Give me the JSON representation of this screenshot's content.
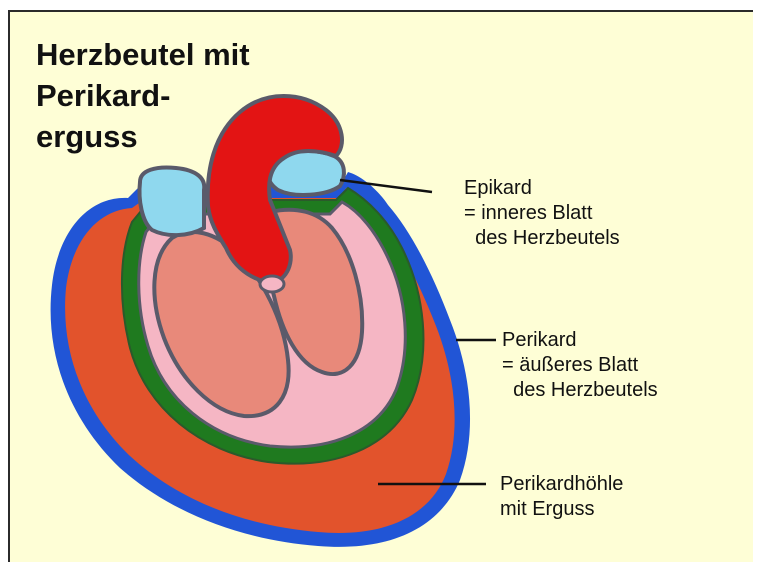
{
  "title": "Herzbeutel mit\nPerikard-\nerguss",
  "labels": {
    "epikard": [
      "Epikard",
      "= inneres Blatt",
      "  des Herzbeutels"
    ],
    "perikard": [
      "Perikard",
      "= äußeres Blatt",
      "  des Herzbeutels"
    ],
    "hoehle": [
      "Perikardhöhle",
      "mit Erguss"
    ]
  },
  "colors": {
    "background": "#fefed6",
    "pericardium": "#2155d6",
    "effusion": "#e2532c",
    "epicardium": "#1f7a1f",
    "heart_wall": "#f5b6c4",
    "ventricles": "#e8897a",
    "aorta": "#e31414",
    "atria": "#8fd8ee",
    "outline": "#5a5a6a"
  }
}
